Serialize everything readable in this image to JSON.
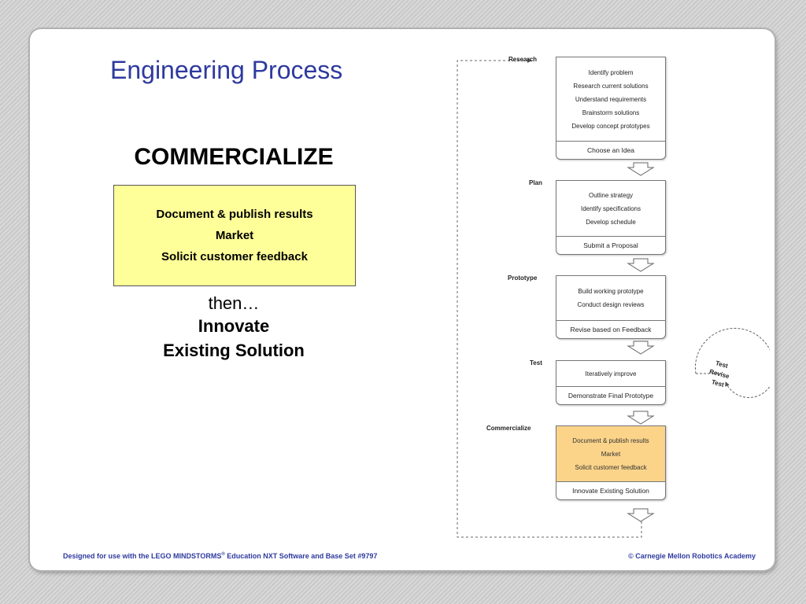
{
  "slide": {
    "title": "Engineering Process",
    "heading": "COMMERCIALIZE",
    "box_items": [
      "Document & publish results",
      "Market",
      "Solicit customer feedback"
    ],
    "then_text": "then…",
    "next_line1": "Innovate",
    "next_line2": "Existing Solution"
  },
  "footer": {
    "left_text": "Designed for use with the LEGO MINDSTORMS",
    "left_reg": "®",
    "left_text2": " Education NXT Software and Base Set #9797",
    "right_text": "©  Carnegie Mellon Robotics Academy"
  },
  "flow": {
    "stages": [
      {
        "label": "Research",
        "items": [
          "Identify problem",
          "Research current solutions",
          "Understand requirements",
          "Brainstorm solutions",
          "Develop concept prototypes"
        ],
        "result": "Choose an Idea"
      },
      {
        "label": "Plan",
        "items": [
          "Outline strategy",
          "Identify specifications",
          "Develop schedule"
        ],
        "result": "Submit a Proposal"
      },
      {
        "label": "Prototype",
        "items": [
          "Build working prototype",
          "Conduct design reviews"
        ],
        "result": "Revise based on Feedback"
      },
      {
        "label": "Test",
        "items": [
          "Iteratively improve"
        ],
        "result": "Demonstrate Final Prototype"
      },
      {
        "label": "Commercialize",
        "items": [
          "Document & publish results",
          "Market",
          "Solicit customer feedback"
        ],
        "result": "Innovate Existing Solution"
      }
    ],
    "loop_labels": [
      "Test",
      "Revise",
      "Test"
    ],
    "highlight_color": "#fbd48a"
  },
  "colors": {
    "title": "#2e3a9e",
    "box": "#ffff99"
  }
}
